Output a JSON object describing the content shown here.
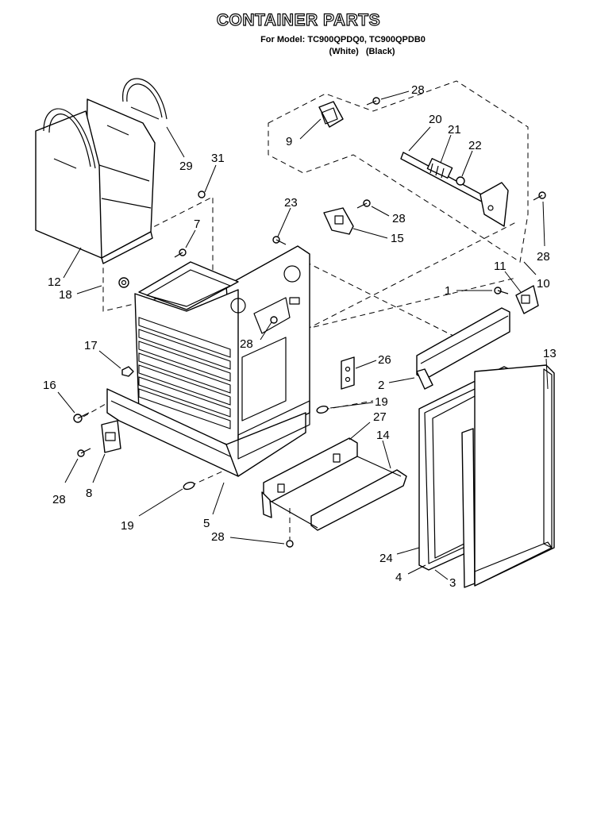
{
  "header": {
    "title": "CONTAINER PARTS",
    "model_line": "For Model: TC900QPDQ0, TC900QPDB0",
    "variant_white": "(White)",
    "variant_black": "(Black)"
  },
  "callouts": [
    {
      "id": "c28a",
      "label": "28"
    },
    {
      "id": "c9",
      "label": "9"
    },
    {
      "id": "c20",
      "label": "20"
    },
    {
      "id": "c21",
      "label": "21"
    },
    {
      "id": "c22",
      "label": "22"
    },
    {
      "id": "c29",
      "label": "29"
    },
    {
      "id": "c31",
      "label": "31"
    },
    {
      "id": "c23",
      "label": "23"
    },
    {
      "id": "c28b",
      "label": "28"
    },
    {
      "id": "c15",
      "label": "15"
    },
    {
      "id": "c28c",
      "label": "28"
    },
    {
      "id": "c7",
      "label": "7"
    },
    {
      "id": "c12",
      "label": "12"
    },
    {
      "id": "c18",
      "label": "18"
    },
    {
      "id": "c11",
      "label": "11"
    },
    {
      "id": "c1",
      "label": "1"
    },
    {
      "id": "c10",
      "label": "10"
    },
    {
      "id": "c17",
      "label": "17"
    },
    {
      "id": "c28d",
      "label": "28"
    },
    {
      "id": "c26",
      "label": "26"
    },
    {
      "id": "c13",
      "label": "13"
    },
    {
      "id": "c2",
      "label": "2"
    },
    {
      "id": "c16",
      "label": "16"
    },
    {
      "id": "c19a",
      "label": "19"
    },
    {
      "id": "c27",
      "label": "27"
    },
    {
      "id": "c14",
      "label": "14"
    },
    {
      "id": "c28e",
      "label": "28"
    },
    {
      "id": "c8",
      "label": "8"
    },
    {
      "id": "c19b",
      "label": "19"
    },
    {
      "id": "c5",
      "label": "5"
    },
    {
      "id": "c28f",
      "label": "28"
    },
    {
      "id": "c24",
      "label": "24"
    },
    {
      "id": "c4",
      "label": "4"
    },
    {
      "id": "c3",
      "label": "3"
    }
  ]
}
